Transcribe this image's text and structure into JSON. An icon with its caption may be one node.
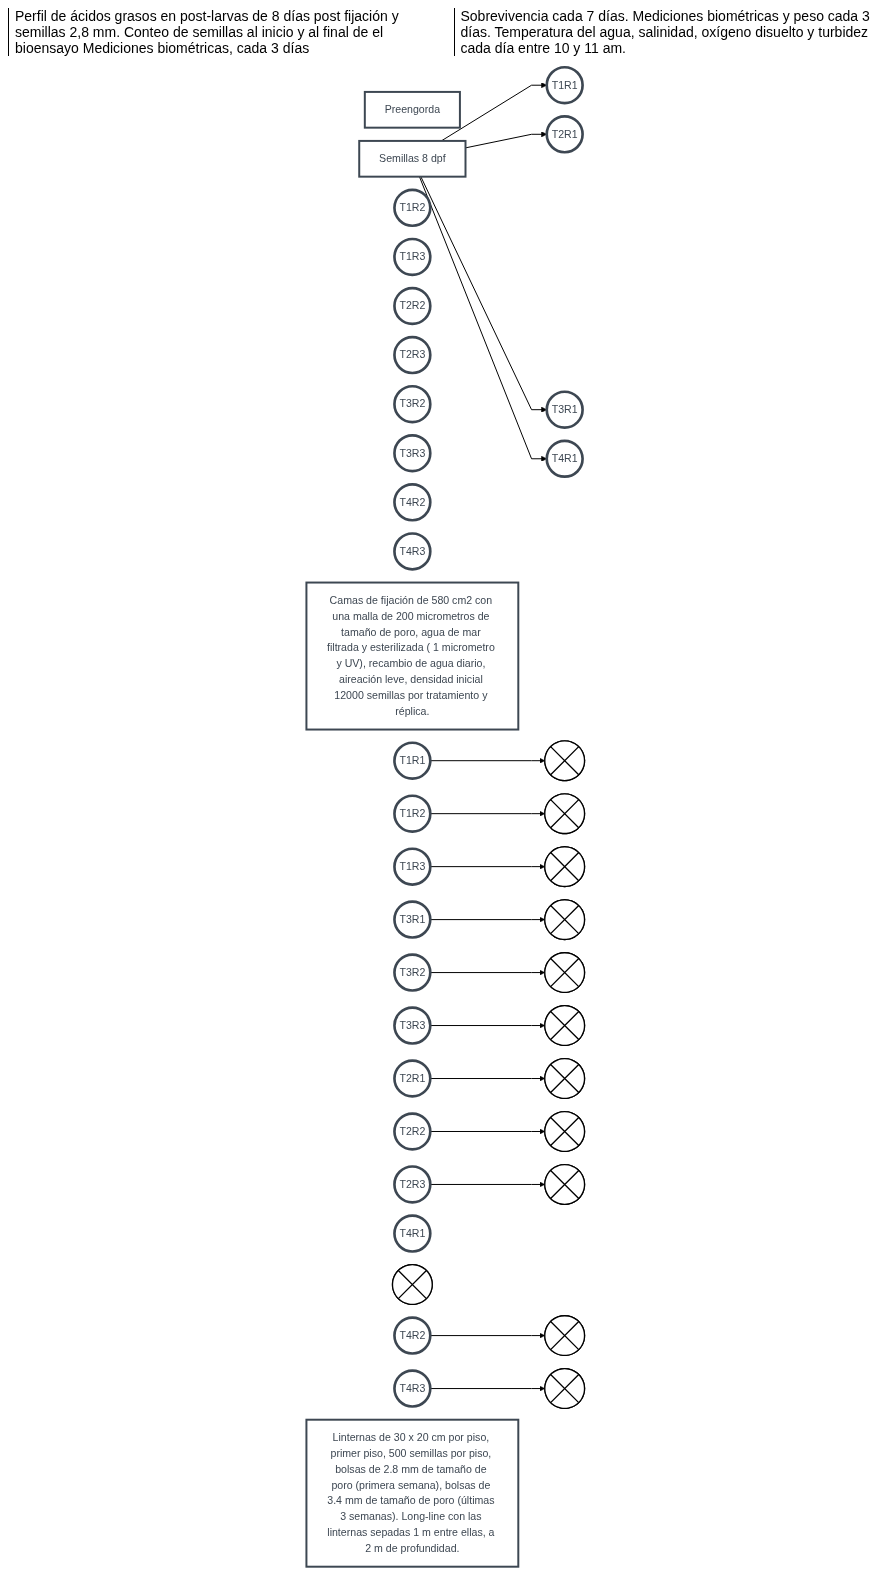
{
  "diagram": {
    "nodes": [
      {
        "text": [
          "Preengorda"
        ]
      },
      {
        "text": [
          "Semillas 8 dpf"
        ]
      },
      {
        "text": [
          "T1R1"
        ]
      },
      {
        "text": [
          "T1R2"
        ]
      },
      {
        "text": [
          "T1R3"
        ]
      },
      {
        "text": [
          "T2R1"
        ]
      },
      {
        "text": [
          "T2R2"
        ]
      },
      {
        "text": [
          "T2R3"
        ]
      },
      {
        "text": [
          "T3R1"
        ]
      },
      {
        "text": [
          "T3R2"
        ]
      },
      {
        "text": [
          "T3R3"
        ]
      },
      {
        "text": [
          "T4R1"
        ]
      },
      {
        "text": [
          "T4R2"
        ]
      },
      {
        "text": [
          "T4R3"
        ]
      },
      {
        "text": [
          "Camas de fijación de 580 cm2 con una malla de 200 micrometros de tamaño de poro, agua de mar filtrada y esterilizada ( 1 micrometro y UV), recambio de agua diario, aireación leve, densidad inicial 12000 semillas por tratamiento y réplica."
        ]
      },
      {
        "text": [
          "T1R1"
        ]
      },
      {
        "text": [],
        "shape": "crossed-circle"
      },
      {
        "text": [
          "T1R2"
        ]
      },
      {
        "text": [],
        "shape": "crossed-circle"
      },
      {
        "text": [
          "T1R3"
        ]
      },
      {
        "text": [],
        "shape": "crossed-circle"
      },
      {
        "text": [
          "T3R1"
        ]
      },
      {
        "text": [],
        "shape": "crossed-circle"
      },
      {
        "text": [
          "T3R2"
        ]
      },
      {
        "text": [],
        "shape": "crossed-circle"
      },
      {
        "text": [
          "T3R3"
        ]
      },
      {
        "text": [],
        "shape": "crossed-circle"
      },
      {
        "text": [
          "T2R1"
        ]
      },
      {
        "text": [],
        "shape": "crossed-circle"
      },
      {
        "text": [
          "T2R2"
        ]
      },
      {
        "text": [],
        "shape": "crossed-circle"
      },
      {
        "text": [
          "T2R3"
        ]
      },
      {
        "text": [],
        "shape": "crossed-circle"
      },
      {
        "text": [
          "T4R1"
        ]
      },
      {
        "text": [],
        "shape": "crossed-circle"
      },
      {
        "text": [
          "T4R2"
        ]
      },
      {
        "text": [],
        "shape": "crossed-circle"
      },
      {
        "text": [
          "T4R3"
        ]
      },
      {
        "text": [],
        "shape": "crossed-circle"
      },
      {
        "text": [
          "Linternas de 30 x 20 cm por piso, primer piso, 500 semillas por piso, bolsas de 2.8 mm de tamaño de poro (primera semana), bolsas de 3.4 mm de tamaño de poro (últimas 3 semanas). Long-line con las linternas sepadas 1 m entre ellas, a 2 m de profundidad."
        ]
      }
    ],
    "edges": [
      {
        "from": 1,
        "to": 2,
        "arrow": "to"
      },
      {
        "from": 1,
        "to": 5,
        "arrow": "to"
      },
      {
        "from": 1,
        "to": 8,
        "arrow": "to"
      },
      {
        "from": 1,
        "to": 11,
        "arrow": "to"
      },
      {
        "from": 15,
        "to": 16,
        "arrow": "to"
      },
      {
        "from": 17,
        "to": 18,
        "arrow": "to"
      },
      {
        "from": 19,
        "to": 20,
        "arrow": "to"
      },
      {
        "from": 21,
        "to": 22,
        "arrow": "to"
      },
      {
        "from": 23,
        "to": 24,
        "arrow": "to"
      },
      {
        "from": 25,
        "to": 26,
        "arrow": "to"
      },
      {
        "from": 27,
        "to": 28,
        "arrow": "to"
      },
      {
        "from": 29,
        "to": 30,
        "arrow": "to"
      },
      {
        "from": 31,
        "to": 32,
        "arrow": "to"
      },
      {
        "from": 35,
        "to": 36,
        "arrow": "to"
      },
      {
        "from": 37,
        "to": 38,
        "arrow": "to"
      }
    ],
    "labels": [
      "Perfil de ácidos grasos en post-larvas de 8 días post fijación y semillas 2,8 mm. Conteo de semillas al inicio y al final de el bioensayo Mediciones biométricas, cada 3 días",
      "Sobrevivencia cada 7 días. Mediciones biométricas y peso cada 3 días. Temperatura del agua, salinidad, oxígeno disuelto y turbidez cada día entre 10 y 11 am."
    ]
  }
}
